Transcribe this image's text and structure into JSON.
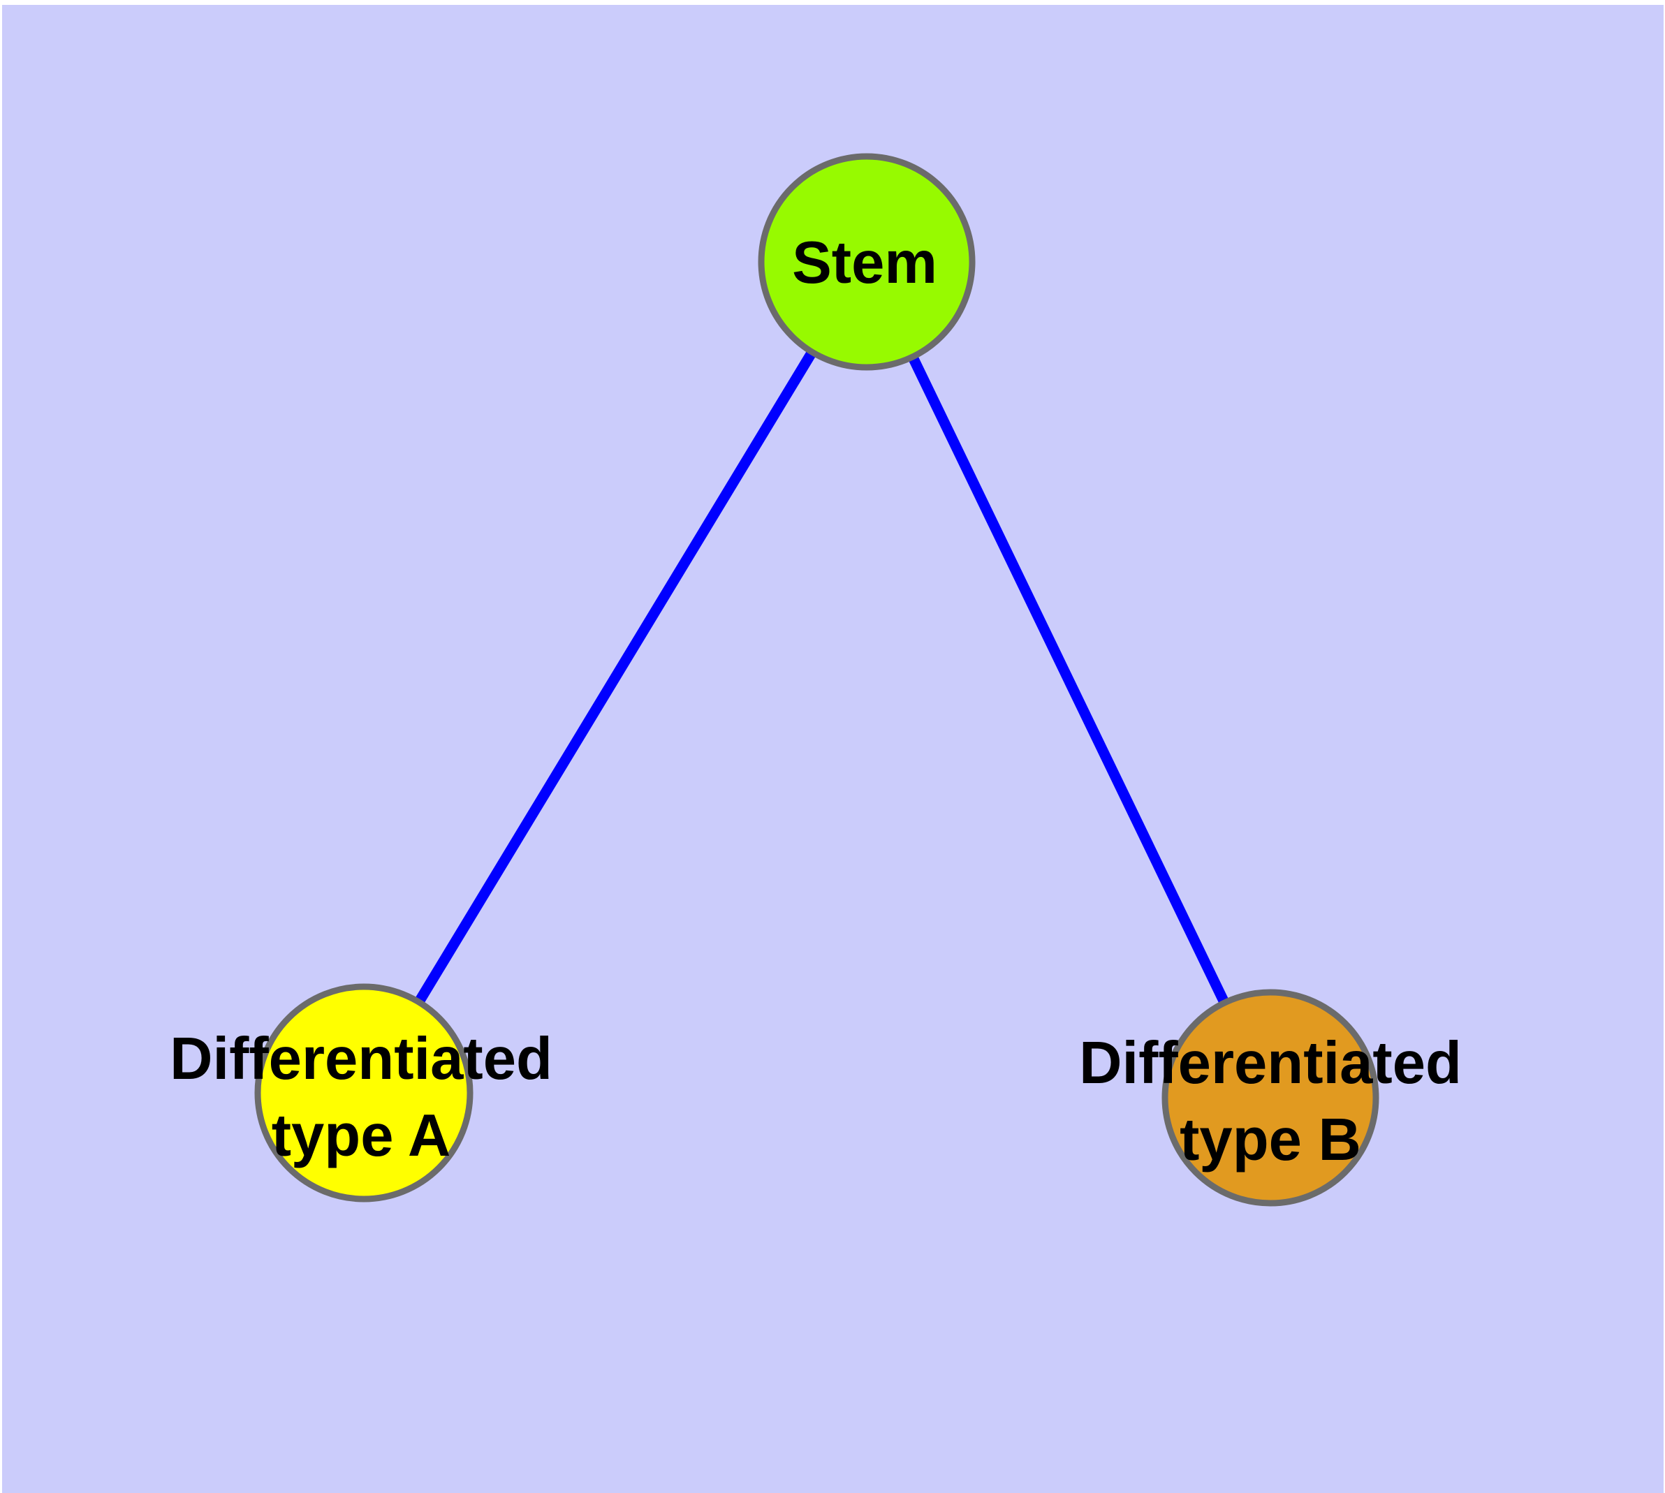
{
  "figure": {
    "type": "graph-diagram",
    "description": "Stem cell differentiation tree: one stem node connected to two differentiated cell-type nodes",
    "colors": {
      "page_background": "#FFFFFF",
      "plot_background": "#CBCCFB",
      "edge_color": "#0000FF",
      "node_border_color": "#6B6B6B",
      "label_color": "#000000",
      "stem_fill": "#97FA00",
      "type_a_fill": "#FFFF00",
      "type_b_fill": "#E19A20"
    },
    "nodes": {
      "stem": {
        "label": "Stem",
        "color": "#97FA00"
      },
      "type_a": {
        "label_line1": "Differentiated",
        "label_line2": "type A",
        "color": "#FFFF00"
      },
      "type_b": {
        "label_line1": "Differentiated",
        "label_line2": "type B",
        "color": "#E19A20"
      }
    },
    "edges": [
      {
        "from": "Stem",
        "to": "Differentiated type A"
      },
      {
        "from": "Stem",
        "to": "Differentiated type B"
      }
    ]
  }
}
